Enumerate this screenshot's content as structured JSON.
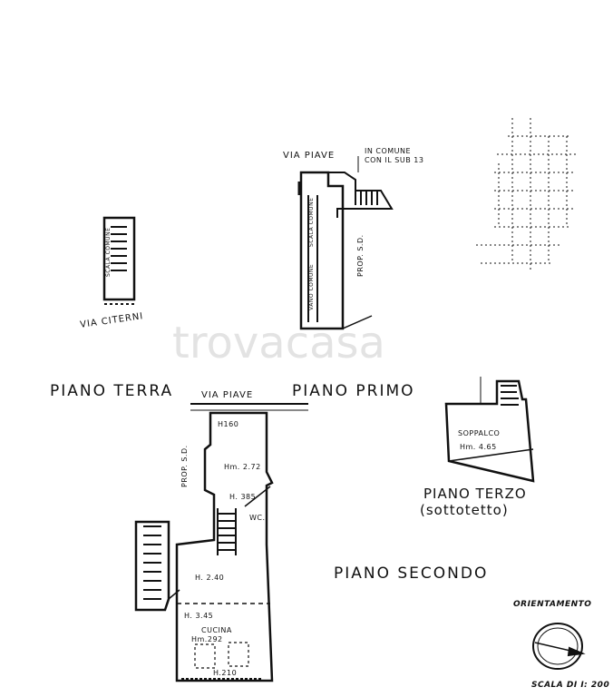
{
  "watermark": "trovacasa",
  "floors": {
    "piano_terra": "PIANO TERRA",
    "piano_primo": "PIANO PRIMO",
    "piano_secondo": "PIANO SECONDO",
    "piano_terzo": "PIANO TERZO",
    "piano_terzo_sub": "(sottotetto)"
  },
  "streets": {
    "via_citerni": "VIA CITERNI",
    "via_piave_top": "VIA PIAVE",
    "via_piave_bottom": "VIA PIAVE"
  },
  "notes": {
    "in_comune_line1": "IN COMUNE",
    "in_comune_line2": "CON IL SUB 13",
    "prop_sd_1": "PROP. S.D.",
    "prop_sd_2": "PROP. S.D.",
    "scala_comune_1": "SCALA COMUNE",
    "scala_comune_2": "SCALA COMUNE",
    "vano_comune": "VANO COMUNE"
  },
  "rooms": {
    "h160": "H160",
    "hm272": "Hm. 2.72",
    "h385": "H. 385",
    "wc": "WC.",
    "h240": "H. 2.40",
    "h345": "H. 3.45",
    "cucina": "CUCINA",
    "hm292": "Hm.292",
    "h210": "H.210",
    "soppalco": "SOPPALCO",
    "hm465": "Hm. 4.65"
  },
  "legend": {
    "orientamento": "ORIENTAMENTO",
    "scala": "SCALA DI I: 200"
  }
}
